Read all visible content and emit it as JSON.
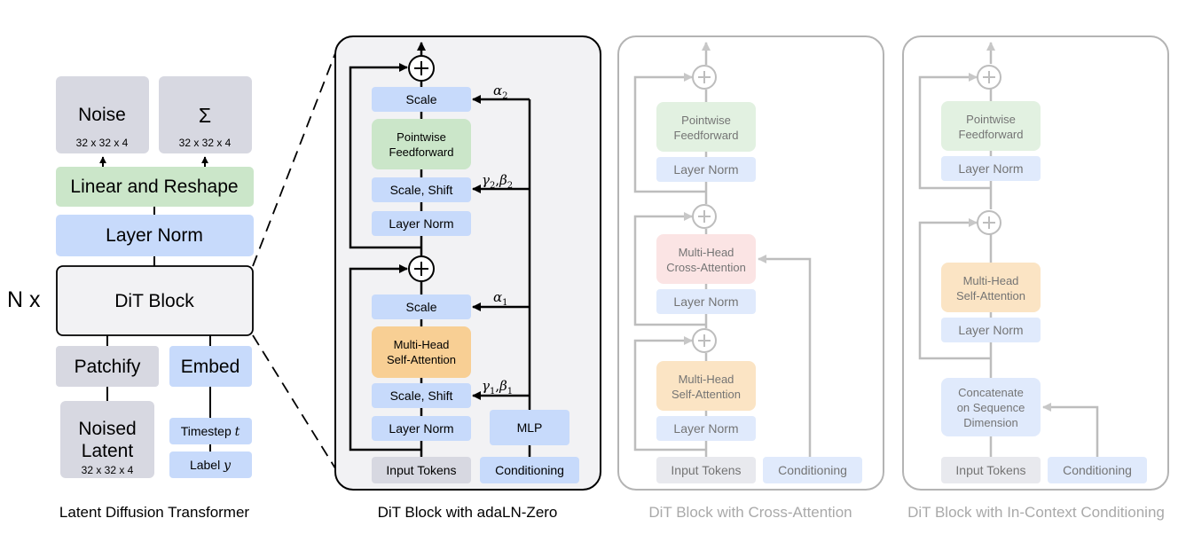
{
  "colors": {
    "gray_box": "#d7d8e1",
    "blue_box": "#c7dafb",
    "green_box": "#cbe6c9",
    "orange_box": "#f8cf94",
    "red_box": "#f8cfcf",
    "stroke_dark": "#000000",
    "stroke_faded": "#9a9a9a"
  },
  "latent": {
    "caption": "Latent Diffusion Transformer",
    "noise_label": "Noise",
    "noise_dims": "32 x 32 x 4",
    "sigma_label": "Σ",
    "sigma_dims": "32 x 32 x 4",
    "linear_label": "Linear and Reshape",
    "layernorm_label": "Layer Norm",
    "nx_label": "N x",
    "dit_label": "DiT Block",
    "patchify_label": "Patchify",
    "embed_label": "Embed",
    "noised_line1": "Noised",
    "noised_line2": "Latent",
    "noised_dims": "32 x 32 x 4",
    "timestep_label": "Timestep",
    "timestep_var": "t",
    "label_label": "Label",
    "label_var": "y"
  },
  "adaln": {
    "caption": "DiT Block with adaLN-Zero",
    "scale2": "Scale",
    "ff_line1": "Pointwise",
    "ff_line2": "Feedforward",
    "scaleshift2": "Scale, Shift",
    "ln2": "Layer Norm",
    "scale1": "Scale",
    "attn_line1": "Multi-Head",
    "attn_line2": "Self-Attention",
    "scaleshift1": "Scale, Shift",
    "ln1": "Layer Norm",
    "mlp": "MLP",
    "input_tokens": "Input Tokens",
    "conditioning": "Conditioning",
    "alpha2_sym": "α",
    "alpha2_sub": "2",
    "gb2_gamma": "γ",
    "gb2_gamma_sub": "2",
    "gb2_beta": "β",
    "gb2_beta_sub": "2",
    "alpha1_sym": "α",
    "alpha1_sub": "1",
    "gb1_gamma": "γ",
    "gb1_gamma_sub": "1",
    "gb1_beta": "β",
    "gb1_beta_sub": "1"
  },
  "cross": {
    "caption": "DiT Block with Cross-Attention",
    "ff_line1": "Pointwise",
    "ff_line2": "Feedforward",
    "ln3": "Layer Norm",
    "ca_line1": "Multi-Head",
    "ca_line2": "Cross-Attention",
    "ln2": "Layer Norm",
    "sa_line1": "Multi-Head",
    "sa_line2": "Self-Attention",
    "ln1": "Layer Norm",
    "input_tokens": "Input Tokens",
    "conditioning": "Conditioning"
  },
  "incontext": {
    "caption": "DiT Block with In-Context Conditioning",
    "ff_line1": "Pointwise",
    "ff_line2": "Feedforward",
    "ln2": "Layer Norm",
    "sa_line1": "Multi-Head",
    "sa_line2": "Self-Attention",
    "ln1": "Layer Norm",
    "concat_line1": "Concatenate",
    "concat_line2": "on Sequence",
    "concat_line3": "Dimension",
    "input_tokens": "Input Tokens",
    "conditioning": "Conditioning"
  }
}
